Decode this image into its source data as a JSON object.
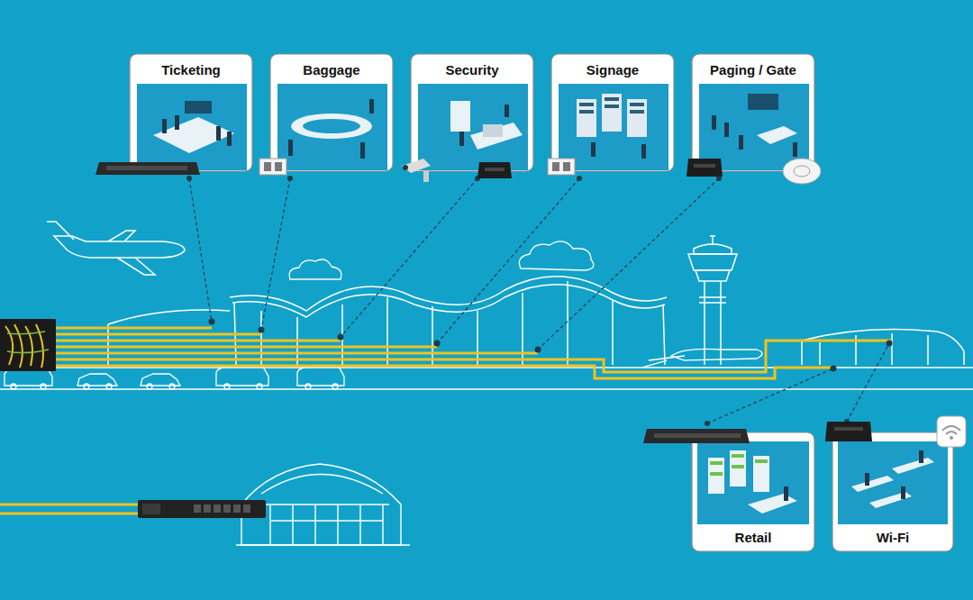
{
  "diagram": {
    "nodes": [
      {
        "text": [
          "Ticketing"
        ]
      },
      {
        "text": [
          "Baggage"
        ]
      },
      {
        "text": [
          "Security"
        ]
      },
      {
        "text": [
          "Signage"
        ]
      },
      {
        "text": [
          "Paging / Gate"
        ]
      },
      {
        "text": [
          "Retail"
        ]
      },
      {
        "text": [
          "Wi-Fi"
        ]
      }
    ]
  }
}
